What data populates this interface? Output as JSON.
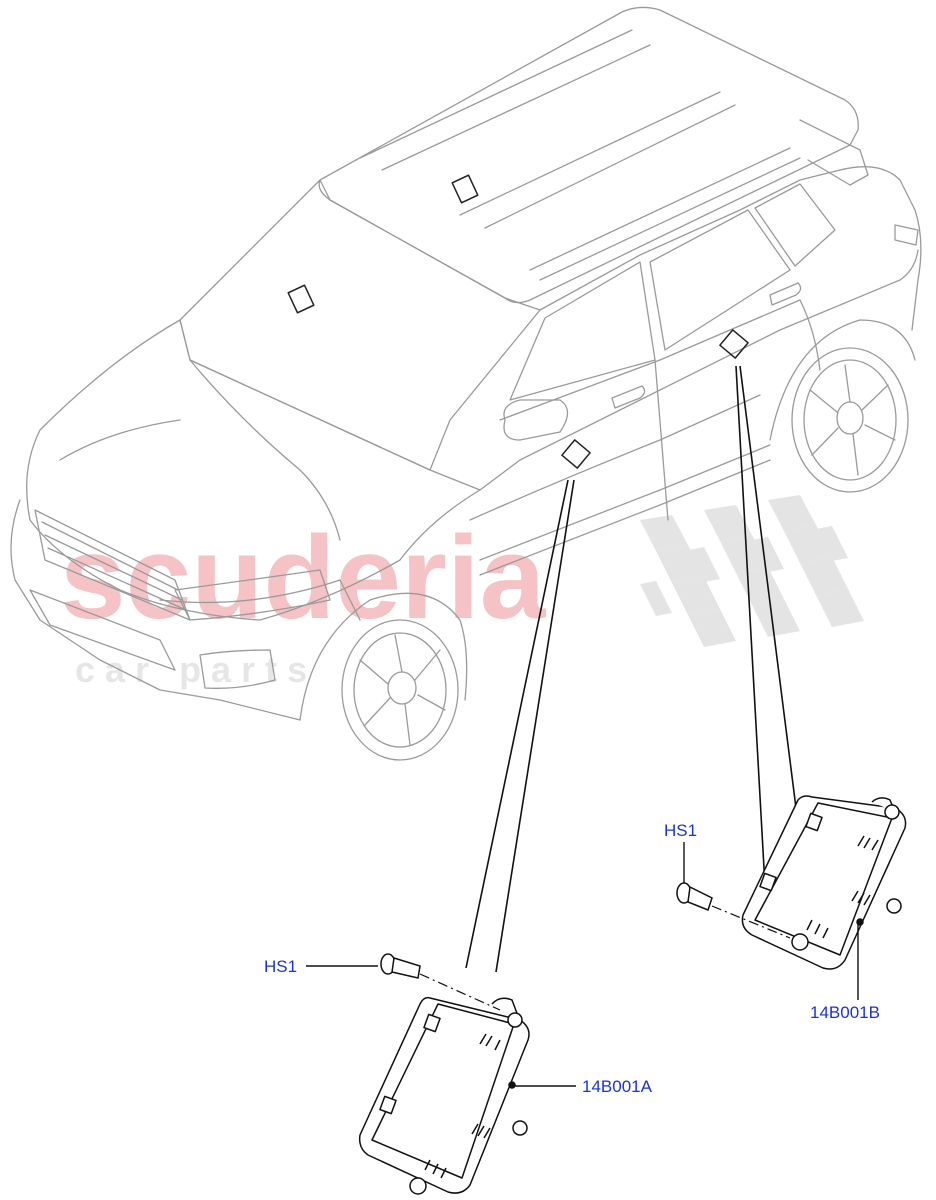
{
  "watermark": {
    "brand": "scuderia",
    "sub": "c a r   p a r t s",
    "color": "#f4b8bd",
    "sub_color": "#e6e6e6"
  },
  "callouts": {
    "hs1_left": "HS1",
    "hs1_right": "HS1",
    "module_a": "14B001A",
    "module_b": "14B001B"
  },
  "colors": {
    "callout": "#1a33d6",
    "car_line": "#9a9a9a",
    "part_line": "#111111"
  }
}
